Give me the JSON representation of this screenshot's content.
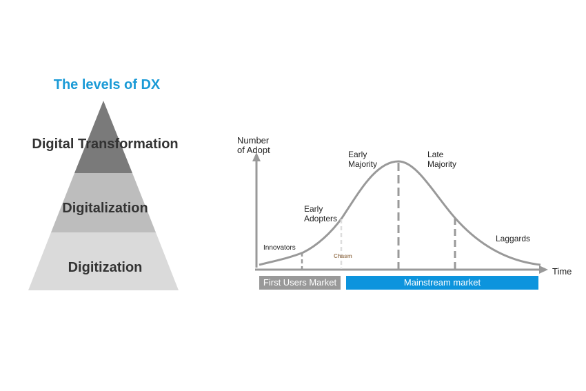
{
  "pyramid": {
    "title": "The levels of DX",
    "levels": [
      {
        "label": "Digital Transformation",
        "color": "#7a7a7a"
      },
      {
        "label": "Digitalization",
        "color": "#bdbdbd"
      },
      {
        "label": "Digitization",
        "color": "#dadada"
      }
    ],
    "title_color": "#1a9ad6"
  },
  "curve": {
    "y_axis_label": [
      "Number",
      "of Adopt"
    ],
    "x_axis_label": "Time",
    "segments": {
      "innovators": "Innovators",
      "early_adopters": [
        "Early",
        "Adopters"
      ],
      "early_majority": [
        "Early",
        "Majority"
      ],
      "late_majority": [
        "Late",
        "Majority"
      ],
      "laggards": "Laggards",
      "chasm": "Chasm"
    },
    "markets": {
      "first_users": "First Users Market",
      "mainstream": "Mainstream market"
    },
    "colors": {
      "curve": "#999999",
      "axis": "#999999",
      "first_users_bar": "#999999",
      "mainstream_bar": "#0d94dd",
      "chasm_text": "#a08060"
    }
  }
}
